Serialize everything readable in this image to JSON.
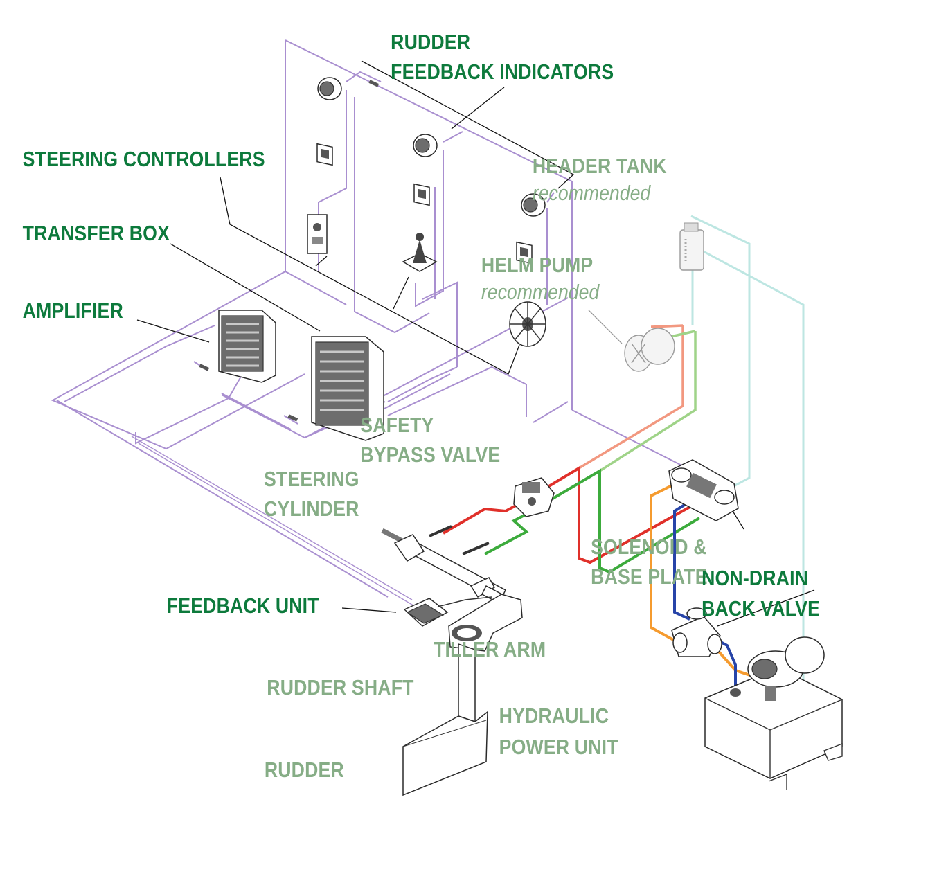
{
  "colors": {
    "label_primary": "#0d7a3c",
    "label_secondary": "#86ad86",
    "wire_signal": "#a98fd0",
    "hose_pressure": "#e0302a",
    "hose_return": "#3cab3c",
    "hose_helm_a": "#f29880",
    "hose_helm_b": "#9fd388",
    "hose_tank": "#bde6e2",
    "hose_pump_out": "#f59b2f",
    "hose_pump_in": "#2744a8"
  },
  "labels": {
    "rudder_feedback_indicators_1": "RUDDER",
    "rudder_feedback_indicators_2": "FEEDBACK INDICATORS",
    "steering_controllers": "STEERING CONTROLLERS",
    "header_tank": "HEADER TANK",
    "header_tank_note": "recommended",
    "transfer_box": "TRANSFER BOX",
    "helm_pump": "HELM PUMP",
    "helm_pump_note": "recommended",
    "amplifier": "AMPLIFIER",
    "safety_bypass_valve_1": "SAFETY",
    "safety_bypass_valve_2": "BYPASS VALVE",
    "steering_cylinder_1": "STEERING",
    "steering_cylinder_2": "CYLINDER",
    "solenoid_base_plate_1": "SOLENOID &",
    "solenoid_base_plate_2": "BASE PLATE",
    "non_drain_back_valve_1": "NON-DRAIN",
    "non_drain_back_valve_2": "BACK VALVE",
    "feedback_unit": "FEEDBACK UNIT",
    "tiller_arm": "TILLER ARM",
    "rudder_shaft": "RUDDER SHAFT",
    "hydraulic_power_unit_1": "HYDRAULIC",
    "hydraulic_power_unit_2": "POWER UNIT",
    "rudder": "RUDDER"
  },
  "icons": [
    "gauge-icon",
    "switch-icon",
    "joystick-icon",
    "helm-wheel-icon",
    "header-tank-icon",
    "helm-pump-icon",
    "amplifier-icon",
    "transfer-box-icon",
    "bypass-valve-icon",
    "cylinder-icon",
    "solenoid-icon",
    "check-valve-icon",
    "feedback-unit-icon",
    "tiller-arm-icon",
    "rudder-icon",
    "power-unit-icon"
  ]
}
